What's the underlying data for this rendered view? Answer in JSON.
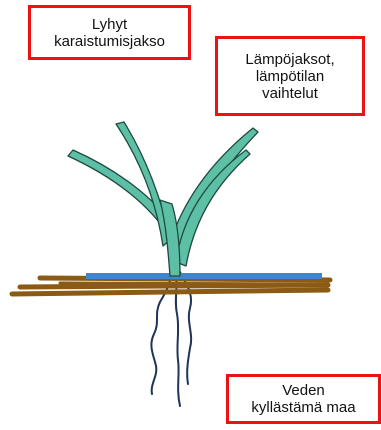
{
  "labels": {
    "short_hardening": [
      "Lyhyt",
      "karaistumisjakso"
    ],
    "heat_periods": [
      "Lämpöjaksot,",
      "lämpötilan",
      "vaihtelut"
    ],
    "waterlogged_soil": [
      "Veden",
      "kyllästämä maa"
    ]
  },
  "colors": {
    "box_border": "#ee1111",
    "leaf_fill": "#5cbfa6",
    "leaf_stroke": "#1f4a3f",
    "soil": "#8b5a14",
    "water": "#3d86d4",
    "root": "#1f3457"
  }
}
